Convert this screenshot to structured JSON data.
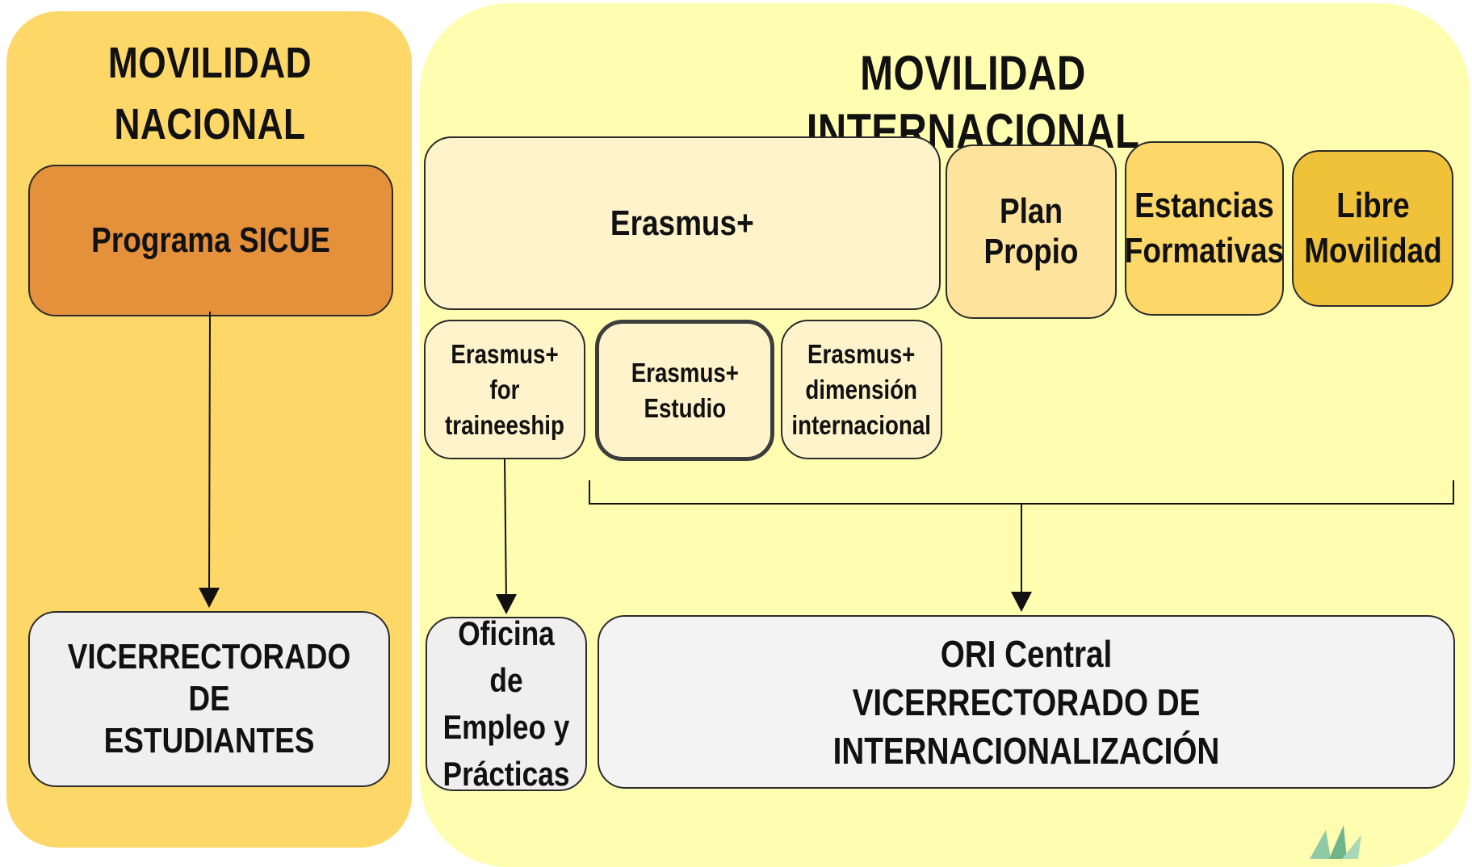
{
  "titles": {
    "nacional": "MOVILIDAD\nNACIONAL",
    "internacional": "MOVILIDAD INTERNACIONAL"
  },
  "nacional": {
    "programa": "Programa SICUE",
    "vicerrectorado": "VICERRECTORADO DE\nESTUDIANTES"
  },
  "internacional": {
    "erasmus": "Erasmus+",
    "plan_propio": "Plan Propio",
    "estancias": "Estancias\nFormativas",
    "libre": "Libre\nMovilidad",
    "traineeship": "Erasmus+\nfor traineeship",
    "estudio": "Erasmus+\nEstudio",
    "dimension": "Erasmus+\ndimensión\ninternacional",
    "oficina": "Oficina de\nEmpleo y\nPrácticas",
    "ori": "ORI Central\nVICERRECTORADO DE INTERNACIONALIZACIÓN"
  },
  "colors": {
    "panel_nacional": "#fdd767",
    "panel_internacional": "#fffdb0",
    "sicue": "#e5903a",
    "erasmus": "#fff3cc",
    "plan_propio": "#fde39c",
    "estancias": "#fdd767",
    "libre": "#efc23a",
    "office": "#efefef"
  },
  "icons": [
    "plant-icon"
  ]
}
